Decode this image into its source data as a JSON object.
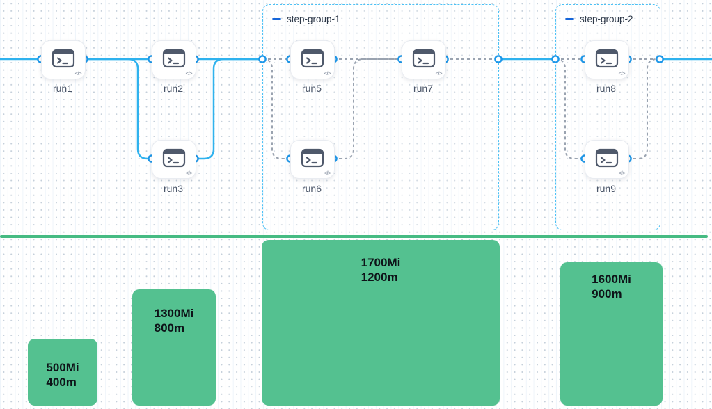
{
  "pipeline": {
    "nodes": [
      {
        "id": "run1",
        "label": "run1",
        "icon": "terminal-icon",
        "badge": "code-icon"
      },
      {
        "id": "run2",
        "label": "run2",
        "icon": "terminal-icon",
        "badge": "code-icon"
      },
      {
        "id": "run3",
        "label": "run3",
        "icon": "terminal-icon",
        "badge": "code-icon"
      },
      {
        "id": "run5",
        "label": "run5",
        "icon": "terminal-icon",
        "badge": "code-icon"
      },
      {
        "id": "run6",
        "label": "run6",
        "icon": "terminal-icon",
        "badge": "code-icon"
      },
      {
        "id": "run7",
        "label": "run7",
        "icon": "terminal-icon",
        "badge": "code-icon"
      },
      {
        "id": "run8",
        "label": "run8",
        "icon": "terminal-icon",
        "badge": "code-icon"
      },
      {
        "id": "run9",
        "label": "run9",
        "icon": "terminal-icon",
        "badge": "code-icon"
      }
    ],
    "groups": [
      {
        "label": "step-group-1",
        "collapse_icon": "minus-icon"
      },
      {
        "label": "step-group-2",
        "collapse_icon": "minus-icon"
      }
    ],
    "edge_styles": {
      "solid_color": "#2fb2ee",
      "dashed_color": "#9aa3b0",
      "port_ring_color": "#1d97e9",
      "group_border_color": "#4cc1f5"
    }
  },
  "chart_data": {
    "type": "bar",
    "title": "",
    "bars": [
      {
        "memory": "500Mi",
        "cpu": "400m",
        "aligned_with": "run1"
      },
      {
        "memory": "1300Mi",
        "cpu": "800m",
        "aligned_with": "run2/run3"
      },
      {
        "memory": "1700Mi",
        "cpu": "1200m",
        "aligned_with": "step-group-1"
      },
      {
        "memory": "1600Mi",
        "cpu": "900m",
        "aligned_with": "step-group-2"
      }
    ],
    "memory_values_Mi": [
      500,
      1300,
      1700,
      1600
    ],
    "cpu_values_m": [
      400,
      800,
      1200,
      900
    ],
    "bar_color": "#54c190",
    "divider_color": "#46bb83",
    "label_color": "#0e1318",
    "legend_position": "none",
    "grid": "dotted-canvas"
  }
}
